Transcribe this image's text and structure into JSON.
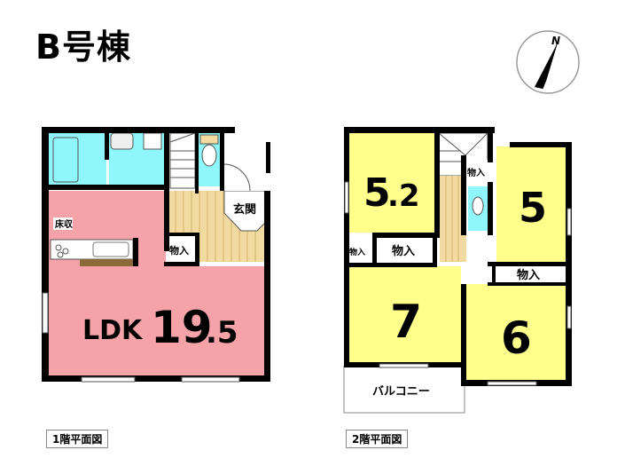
{
  "building_title": "B号棟",
  "compass": {
    "label": "N"
  },
  "colors": {
    "ldk": "#f5a3a8",
    "bedroom": "#ffff8c",
    "water": "#8ff7fb",
    "hall": "#f2dba0",
    "wall": "#000000"
  },
  "floor1": {
    "caption": "1階平面図",
    "rooms": {
      "ldk_label": "LDK",
      "ldk_size_main": "19",
      "ldk_size_decimal": ".5",
      "floor_storage": "床収",
      "entrance": "玄関",
      "storage": "物入"
    }
  },
  "floor2": {
    "caption": "2階平面図",
    "rooms": {
      "room_a_main": "5",
      "room_a_decimal": ".2",
      "room_b": "5",
      "room_c": "7",
      "room_d": "6",
      "storage_1": "物入",
      "storage_2": "物入",
      "storage_3": "物入",
      "storage_4": "物入",
      "balcony": "バルコニー"
    }
  }
}
